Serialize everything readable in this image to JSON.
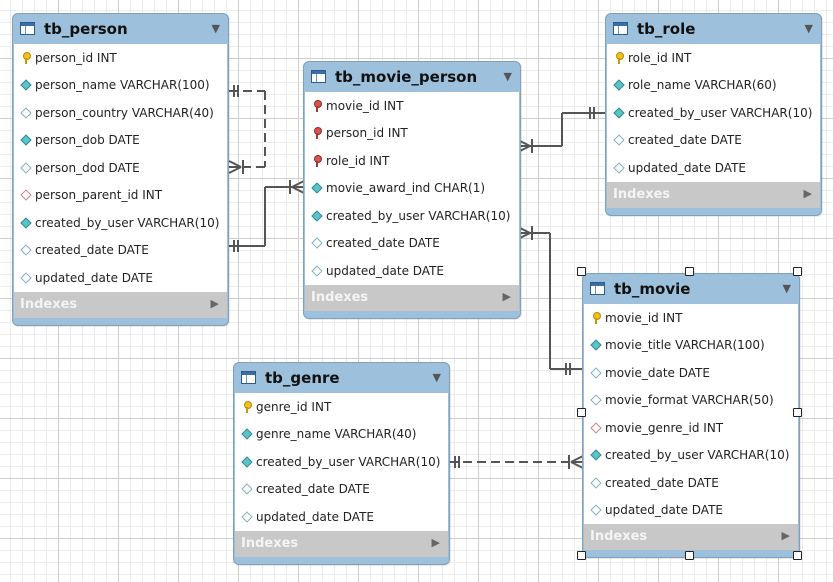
{
  "tables": {
    "person": {
      "title": "tb_person",
      "columns": [
        {
          "name": "person_id INT",
          "icon": "primary-key-icon"
        },
        {
          "name": "person_name VARCHAR(100)",
          "icon": "not-null-column-icon"
        },
        {
          "name": "person_country VARCHAR(40)",
          "icon": "nullable-column-icon"
        },
        {
          "name": "person_dob DATE",
          "icon": "not-null-column-icon"
        },
        {
          "name": "person_dod DATE",
          "icon": "nullable-column-icon"
        },
        {
          "name": "person_parent_id INT",
          "icon": "nullable-foreign-key-icon"
        },
        {
          "name": "created_by_user VARCHAR(10)",
          "icon": "not-null-column-icon"
        },
        {
          "name": "created_date DATE",
          "icon": "nullable-column-icon"
        },
        {
          "name": "updated_date DATE",
          "icon": "nullable-column-icon"
        }
      ],
      "indexes_label": "Indexes"
    },
    "movie_person": {
      "title": "tb_movie_person",
      "columns": [
        {
          "name": "movie_id INT",
          "icon": "foreign-key-icon"
        },
        {
          "name": "person_id INT",
          "icon": "foreign-key-icon"
        },
        {
          "name": "role_id INT",
          "icon": "foreign-key-icon"
        },
        {
          "name": "movie_award_ind CHAR(1)",
          "icon": "not-null-column-icon"
        },
        {
          "name": "created_by_user VARCHAR(10)",
          "icon": "not-null-column-icon"
        },
        {
          "name": "created_date DATE",
          "icon": "nullable-column-icon"
        },
        {
          "name": "updated_date DATE",
          "icon": "nullable-column-icon"
        }
      ],
      "indexes_label": "Indexes"
    },
    "role": {
      "title": "tb_role",
      "columns": [
        {
          "name": "role_id INT",
          "icon": "primary-key-icon"
        },
        {
          "name": "role_name VARCHAR(60)",
          "icon": "not-null-column-icon"
        },
        {
          "name": "created_by_user VARCHAR(10)",
          "icon": "not-null-column-icon"
        },
        {
          "name": "created_date DATE",
          "icon": "nullable-column-icon"
        },
        {
          "name": "updated_date DATE",
          "icon": "nullable-column-icon"
        }
      ],
      "indexes_label": "Indexes"
    },
    "movie": {
      "title": "tb_movie",
      "columns": [
        {
          "name": "movie_id INT",
          "icon": "primary-key-icon"
        },
        {
          "name": "movie_title VARCHAR(100)",
          "icon": "not-null-column-icon"
        },
        {
          "name": "movie_date DATE",
          "icon": "nullable-column-icon"
        },
        {
          "name": "movie_format VARCHAR(50)",
          "icon": "nullable-column-icon"
        },
        {
          "name": "movie_genre_id INT",
          "icon": "nullable-foreign-key-icon"
        },
        {
          "name": "created_by_user VARCHAR(10)",
          "icon": "not-null-column-icon"
        },
        {
          "name": "created_date DATE",
          "icon": "nullable-column-icon"
        },
        {
          "name": "updated_date DATE",
          "icon": "nullable-column-icon"
        }
      ],
      "indexes_label": "Indexes"
    },
    "genre": {
      "title": "tb_genre",
      "columns": [
        {
          "name": "genre_id INT",
          "icon": "primary-key-icon"
        },
        {
          "name": "genre_name VARCHAR(40)",
          "icon": "not-null-column-icon"
        },
        {
          "name": "created_by_user VARCHAR(10)",
          "icon": "not-null-column-icon"
        },
        {
          "name": "created_date DATE",
          "icon": "nullable-column-icon"
        },
        {
          "name": "updated_date DATE",
          "icon": "nullable-column-icon"
        }
      ],
      "indexes_label": "Indexes"
    }
  },
  "relationships": [
    {
      "from": "tb_person",
      "to": "tb_person",
      "style": "dashed",
      "cardinality": "one-to-many"
    },
    {
      "from": "tb_person",
      "to": "tb_movie_person",
      "style": "solid",
      "cardinality": "one-to-many"
    },
    {
      "from": "tb_role",
      "to": "tb_movie_person",
      "style": "solid",
      "cardinality": "one-to-many"
    },
    {
      "from": "tb_movie",
      "to": "tb_movie_person",
      "style": "solid",
      "cardinality": "one-to-many"
    },
    {
      "from": "tb_genre",
      "to": "tb_movie",
      "style": "dashed",
      "cardinality": "one-to-many"
    }
  ],
  "selected_table": "tb_movie",
  "colors": {
    "table_header": "#9dc0dc",
    "table_border": "#7f9fbb",
    "indexes_bar": "#c8c8c8",
    "link_line": "#555555"
  }
}
